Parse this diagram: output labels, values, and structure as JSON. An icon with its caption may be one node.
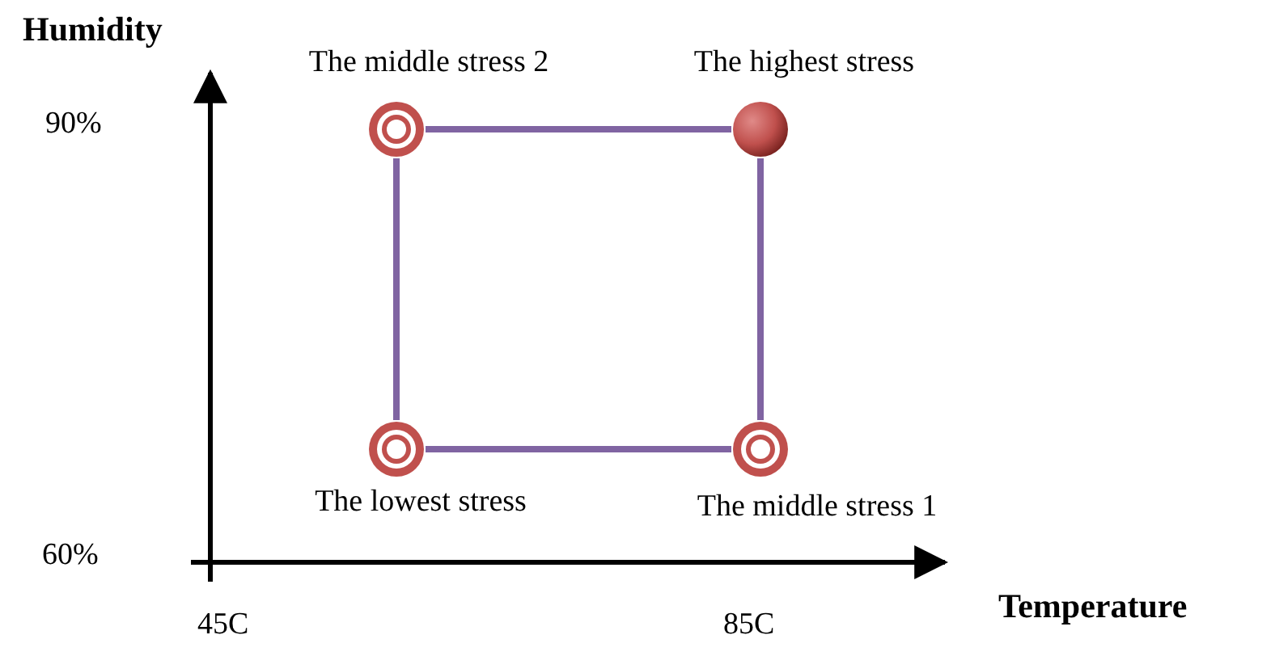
{
  "diagram": {
    "nodes": [
      {
        "text": [],
        "shape": "circle",
        "beside": [
          "The middle stress 2"
        ]
      },
      {
        "text": [],
        "shape": "circle",
        "beside": [
          "The highest stress"
        ]
      },
      {
        "text": [],
        "shape": "circle",
        "beside": [
          "The lowest stress"
        ]
      },
      {
        "text": [],
        "shape": "circle",
        "beside": [
          "The middle stress 1"
        ]
      }
    ],
    "edges": [
      {
        "from": 0,
        "to": 1,
        "arrow": "none"
      },
      {
        "from": 1,
        "to": 3,
        "arrow": "none"
      },
      {
        "from": 3,
        "to": 2,
        "arrow": "none"
      },
      {
        "from": 2,
        "to": 0,
        "arrow": "none"
      }
    ],
    "labels": [
      "Humidity",
      "90%",
      "60%",
      "45C",
      "85C",
      "Temperature"
    ]
  }
}
